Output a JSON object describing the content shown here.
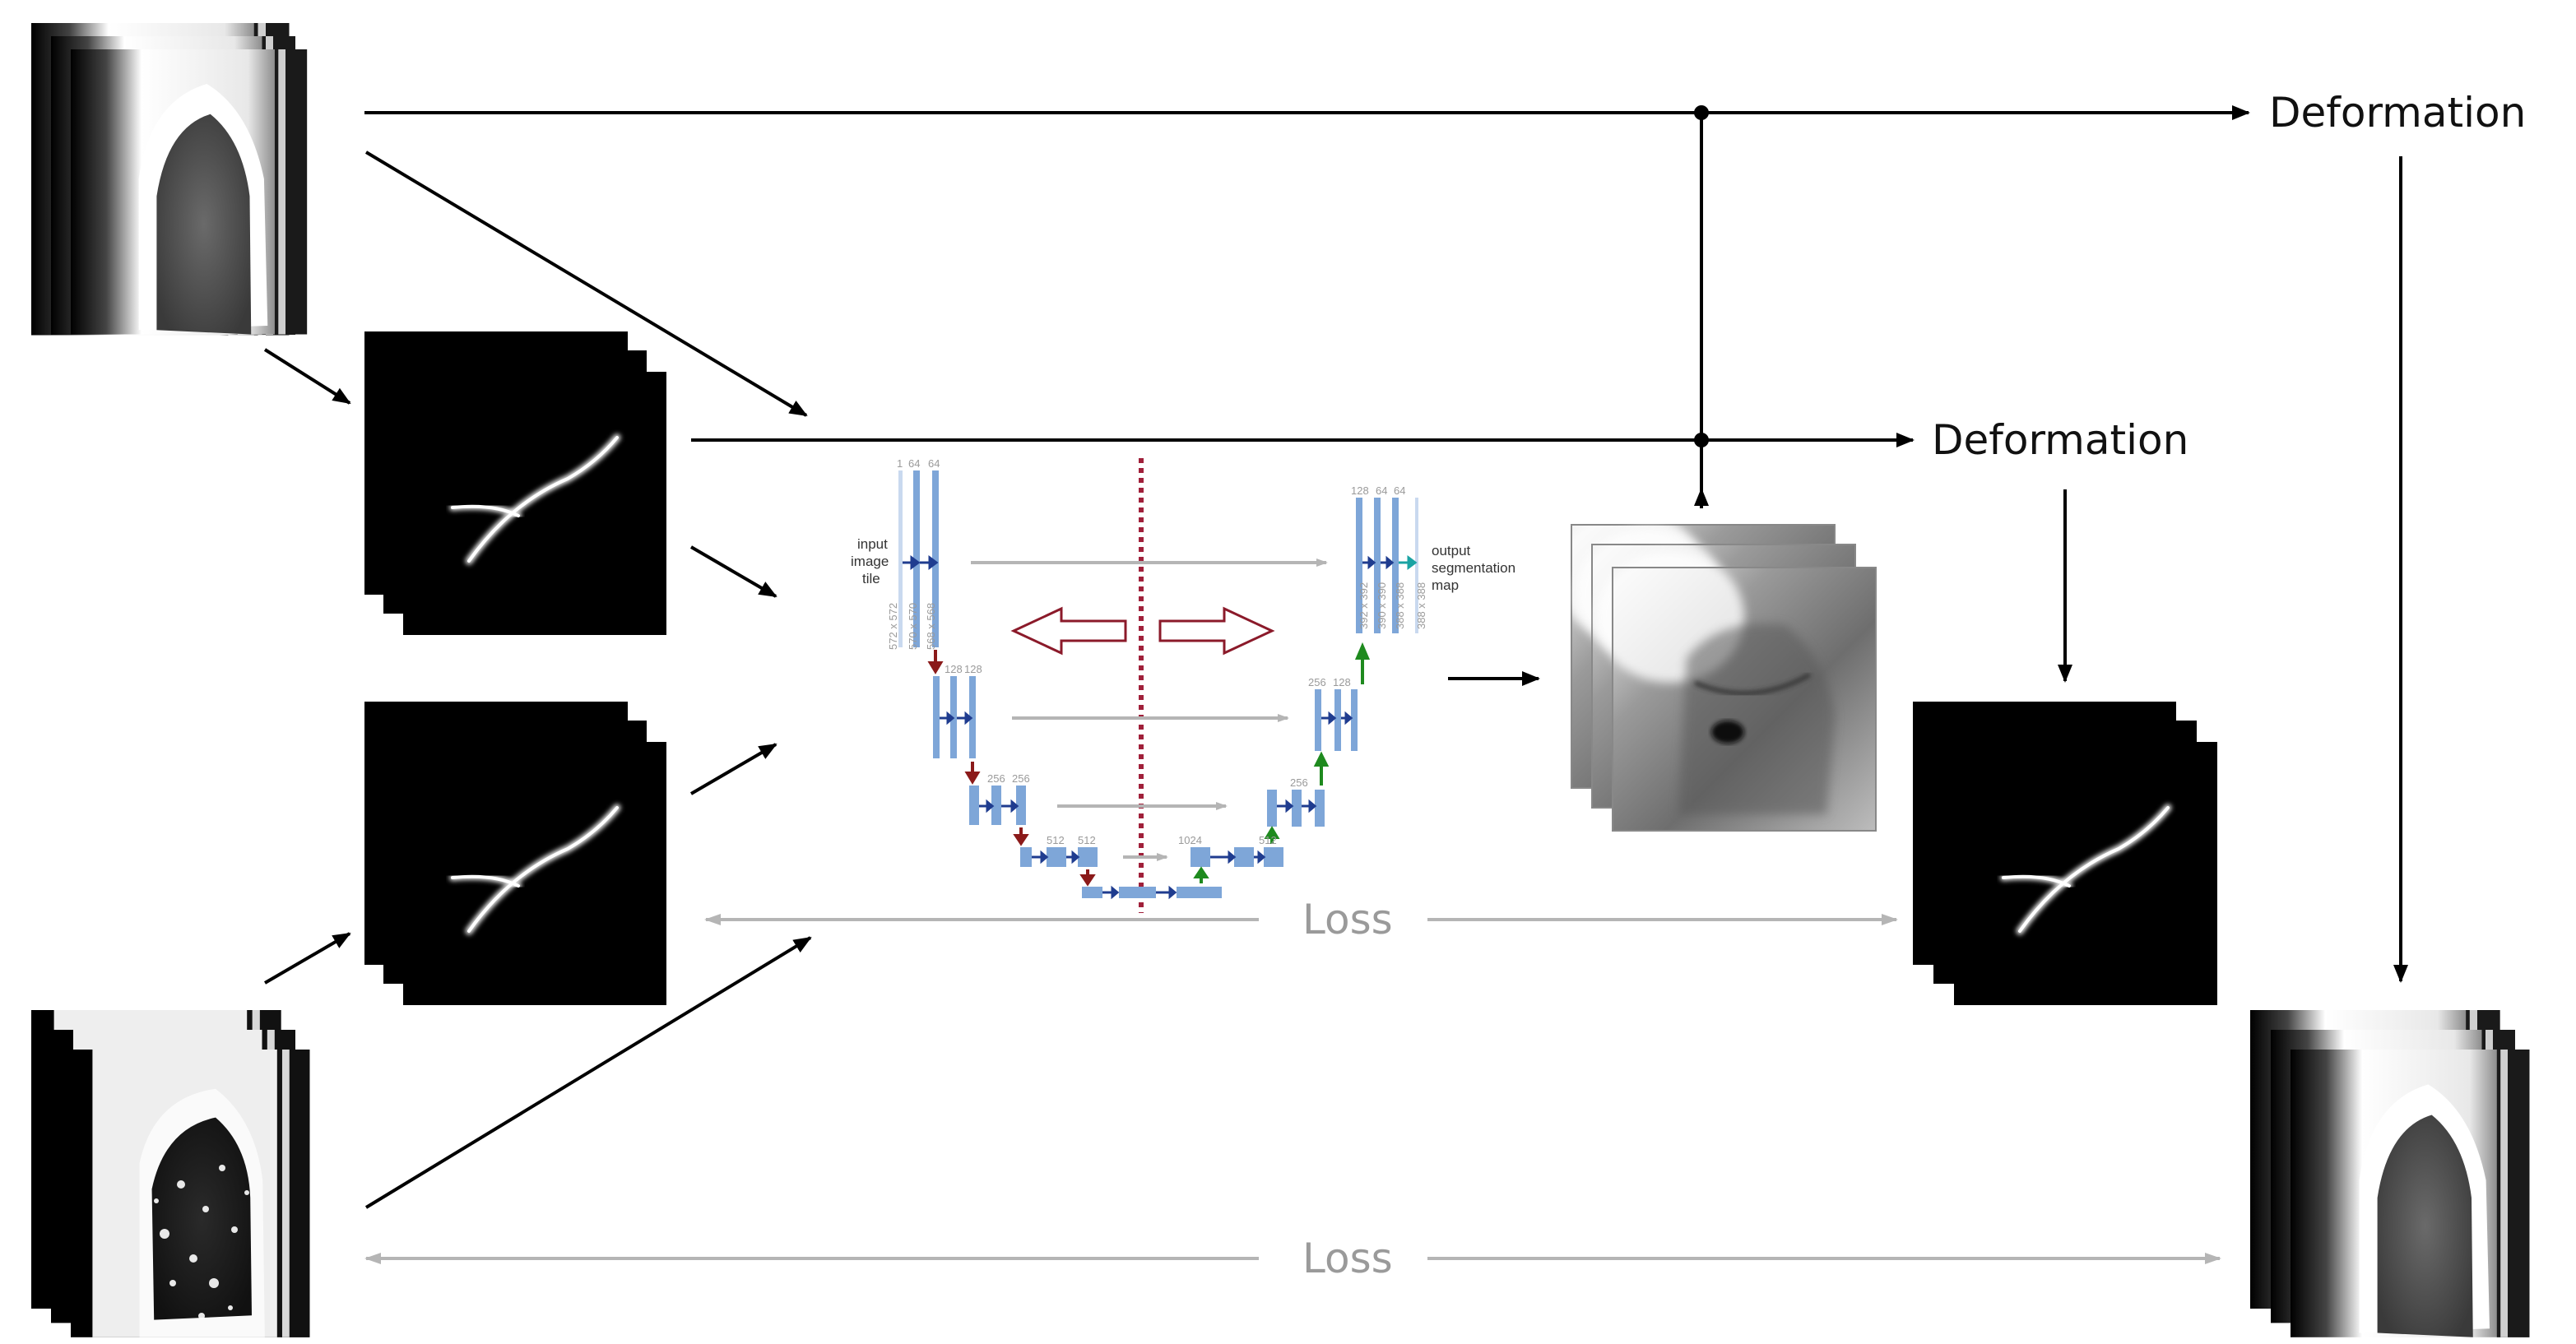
{
  "labels": {
    "deformation_top": "Deformation",
    "deformation_mid": "Deformation",
    "loss_mid": "Loss",
    "loss_bottom": "Loss"
  },
  "unet": {
    "input_label": [
      "input",
      "image",
      "tile"
    ],
    "output_label": [
      "output",
      "segmentation",
      "map"
    ],
    "channels": {
      "c64a": "64",
      "c64b": "64",
      "c1": "1",
      "c128a": "128",
      "c128b": "128",
      "c256a": "256",
      "c256b": "256",
      "c512a": "512",
      "c512b": "512",
      "c1024": "1024",
      "d512": "512",
      "d256": "256",
      "d128": "128",
      "d64a": "64",
      "d64b": "64",
      "d128b": "128",
      "d256b": "256"
    },
    "sizes": {
      "s572": "572 x 572",
      "s570": "570 x 570",
      "s568": "568 x 568",
      "s392": "392 x 392",
      "s390": "390 x 390",
      "s388a": "388 x 388",
      "s388b": "388 x 388"
    }
  },
  "colors": {
    "arrow_black": "#000000",
    "arrow_gray": "#b5b5b5",
    "unet_bar": "#7ea6d8",
    "unet_conv_arrow": "#1f3c8f",
    "unet_pool_arrow": "#8b1a1a",
    "unet_up_arrow": "#1e8a1e",
    "unet_out_arrow": "#1aa3a3",
    "dotted_divider": "#a0203a",
    "label_gray": "#9a9a9a"
  }
}
